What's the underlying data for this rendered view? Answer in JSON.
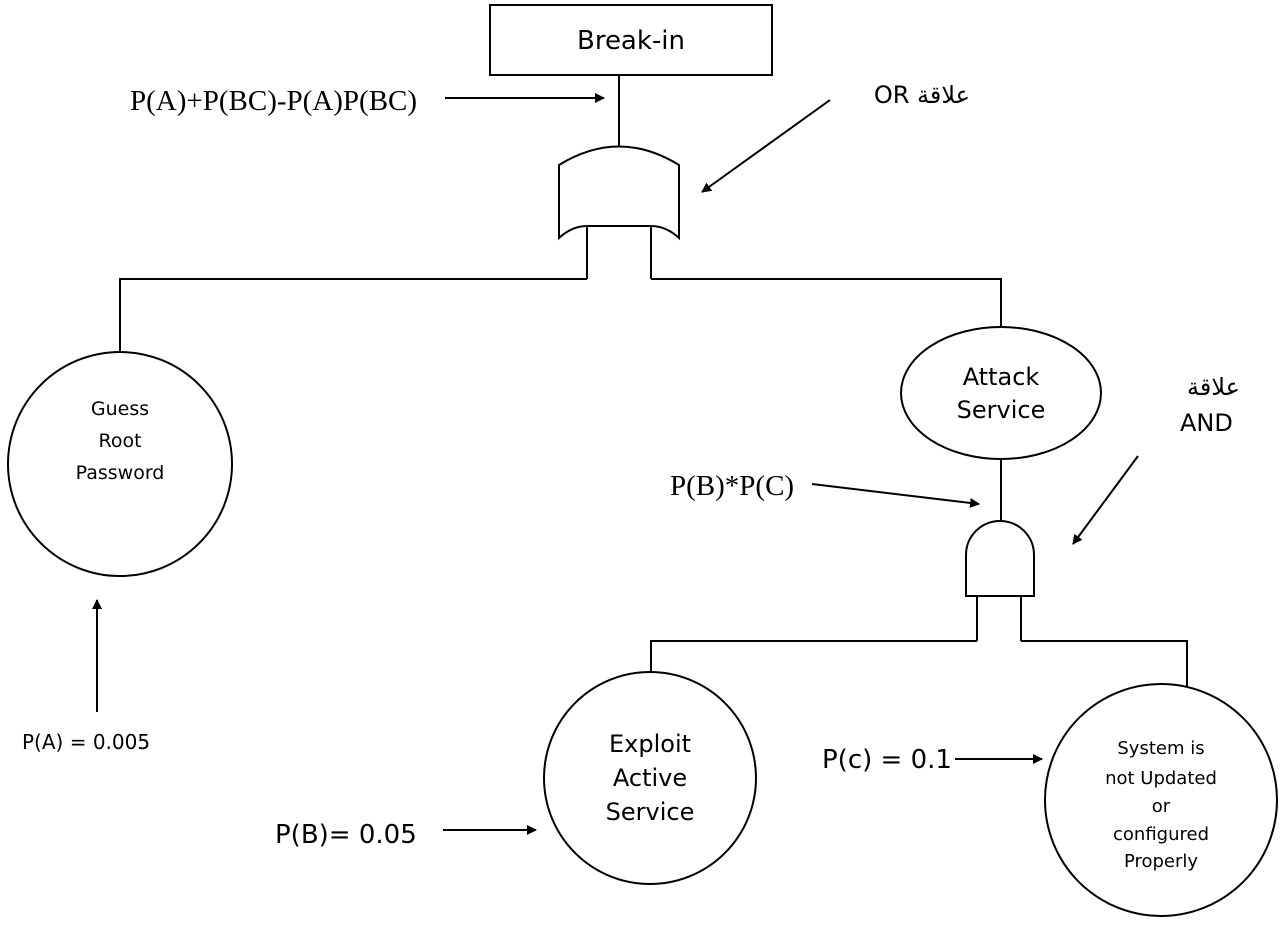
{
  "top_event": {
    "label": "Break-in"
  },
  "or_gate": {
    "formula": "P(A)+P(BC)-P(A)P(BC)",
    "note": "OR علاقة"
  },
  "events": {
    "guess_root": [
      "Guess",
      "Root",
      "Password"
    ],
    "attack_service": [
      "Attack",
      "Service"
    ],
    "exploit": [
      "Exploit",
      "Active",
      "Service"
    ],
    "system": [
      "System is",
      "not Updated",
      "or",
      "configured",
      "Properly"
    ]
  },
  "and_gate": {
    "formula": "P(B)*P(C)",
    "note_line1": "علاقة",
    "note_line2": "AND"
  },
  "probabilities": {
    "p_a": "P(A) = 0.005",
    "p_b": "P(B)= 0.05",
    "p_c": "P(c) = 0.1"
  }
}
